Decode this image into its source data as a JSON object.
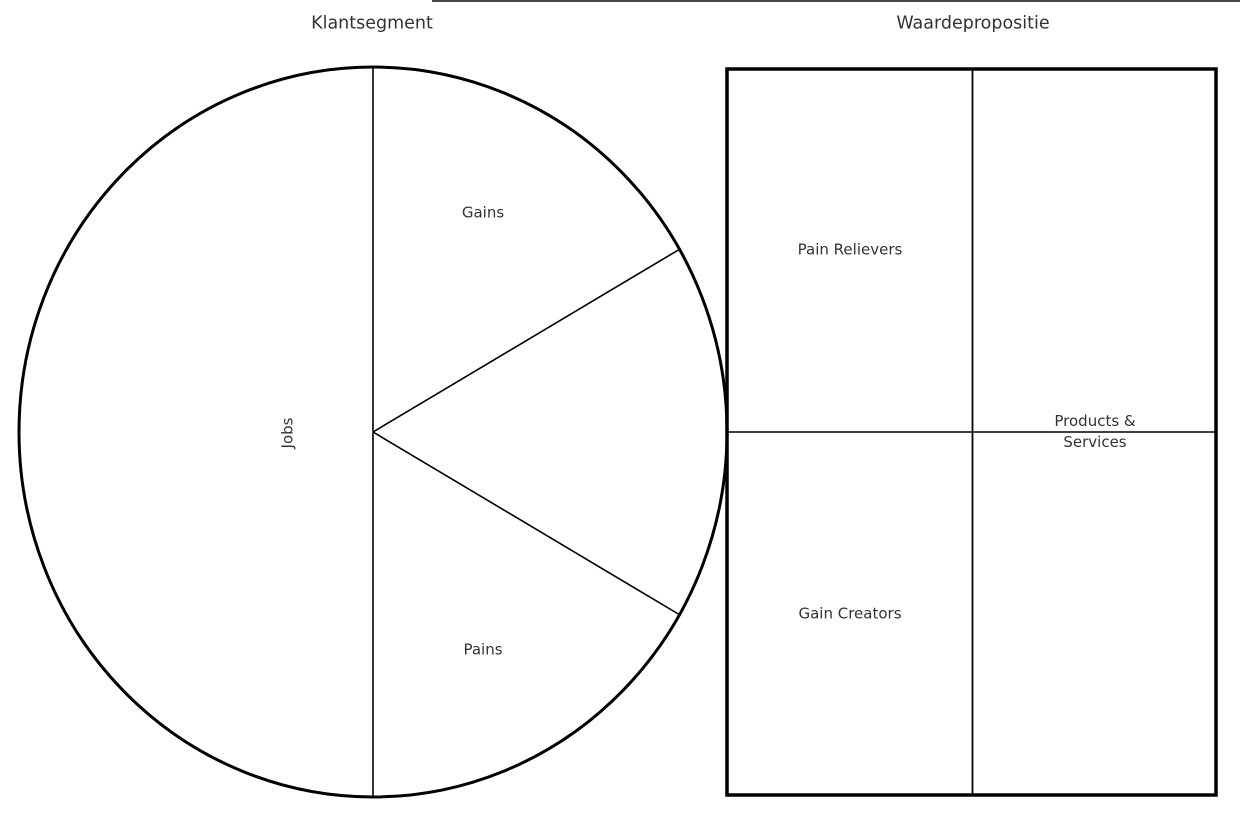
{
  "titles": {
    "customer_segment": "Klantsegment",
    "value_proposition": "Waardepropositie"
  },
  "customer_segment_circle": {
    "jobs_label": "Jobs",
    "gains_label": "Gains",
    "pains_label": "Pains"
  },
  "value_proposition_square": {
    "pain_relievers_label": "Pain Relievers",
    "gain_creators_label": "Gain Creators",
    "products_services_line1": "Products &",
    "products_services_line2": "Services"
  },
  "colors": {
    "background": "#ffffff",
    "line": "#000000",
    "text": "#333333"
  }
}
